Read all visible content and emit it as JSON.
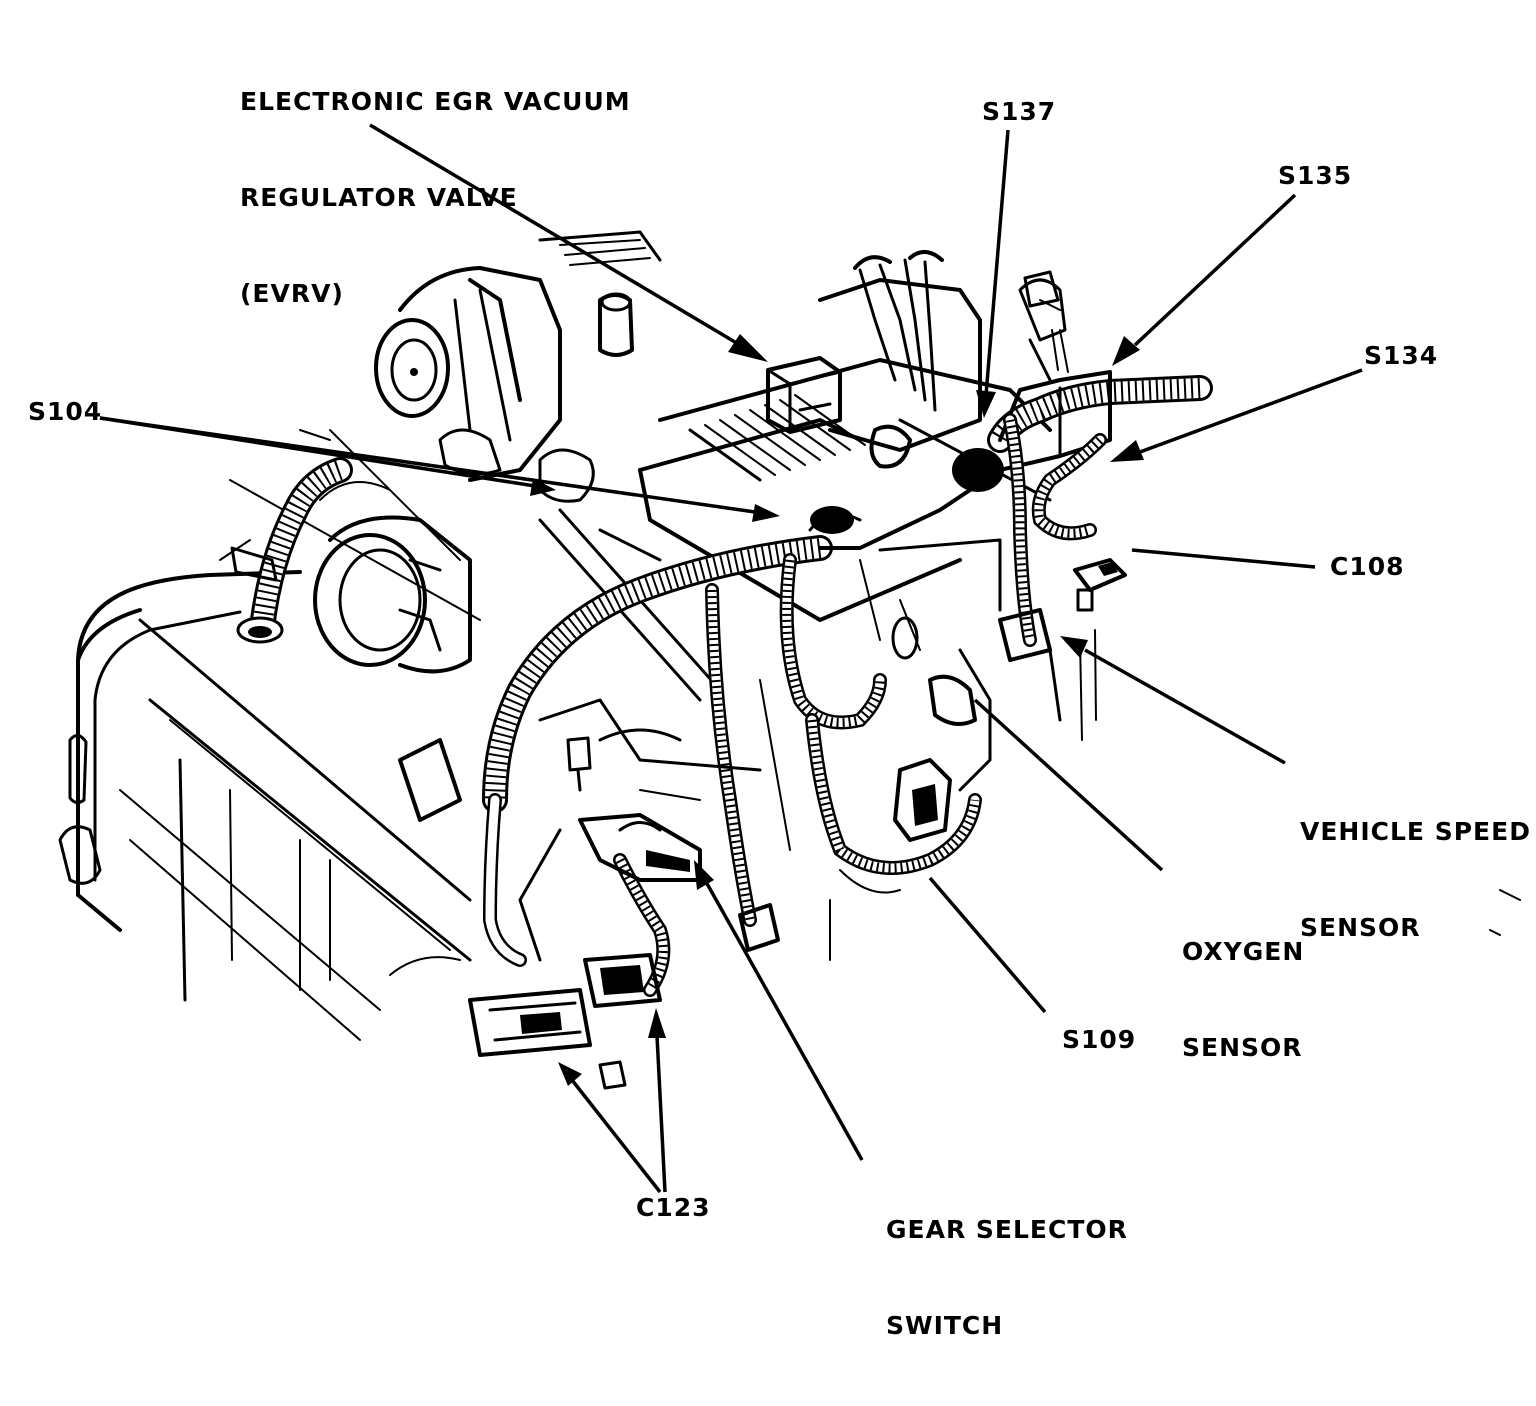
{
  "labels": {
    "evrv": [
      "ELECTRONIC EGR VACUUM",
      "REGULATOR VALVE",
      "(EVRV)"
    ],
    "s137": "S137",
    "s135": "S135",
    "s134": "S134",
    "s104": "S104",
    "c108": "C108",
    "vss": [
      "VEHICLE SPEED",
      "SENSOR"
    ],
    "o2": [
      "OXYGEN",
      "SENSOR"
    ],
    "s109": "S109",
    "gss": [
      "GEAR SELECTOR",
      "SWITCH"
    ],
    "c123": "C123"
  }
}
